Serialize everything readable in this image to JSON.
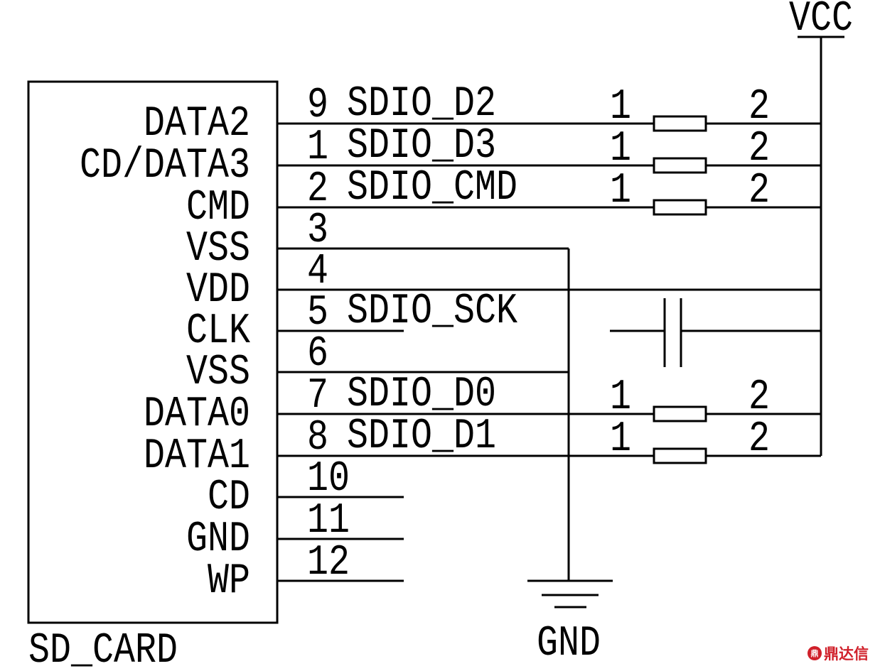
{
  "component": {
    "name": "SD_CARD"
  },
  "pins": [
    {
      "number": "9",
      "name": "DATA2",
      "net": "SDIO_D2",
      "pullup": true
    },
    {
      "number": "1",
      "name": "CD/DATA3",
      "net": "SDIO_D3",
      "pullup": true
    },
    {
      "number": "2",
      "name": "CMD",
      "net": "SDIO_CMD",
      "pullup": true
    },
    {
      "number": "3",
      "name": "VSS",
      "net": "",
      "to": "gnd"
    },
    {
      "number": "4",
      "name": "VDD",
      "net": "",
      "to": "vcc"
    },
    {
      "number": "5",
      "name": "CLK",
      "net": "SDIO_SCK",
      "to": "stub"
    },
    {
      "number": "6",
      "name": "VSS",
      "net": "",
      "to": "gnd"
    },
    {
      "number": "7",
      "name": "DATA0",
      "net": "SDIO_D0",
      "pullup": true
    },
    {
      "number": "8",
      "name": "DATA1",
      "net": "SDIO_D1",
      "pullup": true
    },
    {
      "number": "10",
      "name": "CD",
      "net": "",
      "to": "stub"
    },
    {
      "number": "11",
      "name": "GND",
      "net": "",
      "to": "stub"
    },
    {
      "number": "12",
      "name": "WP",
      "net": "",
      "to": "stub"
    }
  ],
  "resistor_pins": {
    "left": "1",
    "right": "2"
  },
  "power": {
    "vcc": "VCC",
    "gnd": "GND"
  },
  "watermark": {
    "text": "鼎达信",
    "color": "#d0202a"
  }
}
